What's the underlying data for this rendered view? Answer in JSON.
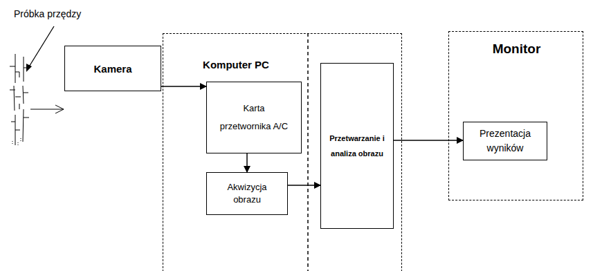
{
  "diagram": {
    "nodes": [
      {
        "text": [
          "Kamera"
        ]
      },
      {
        "text": [
          "Komputer PC"
        ]
      },
      {
        "text": [
          "Karta przetwornika A/C"
        ],
        "in": 1
      },
      {
        "text": [
          "Akwizycja obrazu"
        ],
        "in": 1
      },
      {
        "text": [
          "Przetwarzanie i analiza obrazu"
        ],
        "in": 1
      },
      {
        "text": [
          "Monitor"
        ]
      },
      {
        "text": [
          "Prezentacja wyników"
        ],
        "in": 5
      }
    ],
    "edges": [
      {
        "from": 0,
        "to": 2,
        "arrow": "to"
      },
      {
        "from": 2,
        "to": 3,
        "arrow": "to"
      },
      {
        "from": 3,
        "to": 4,
        "arrow": "to"
      },
      {
        "from": 4,
        "to": 6,
        "arrow": "to"
      }
    ],
    "labels": [
      "Próbka przędzy"
    ]
  }
}
